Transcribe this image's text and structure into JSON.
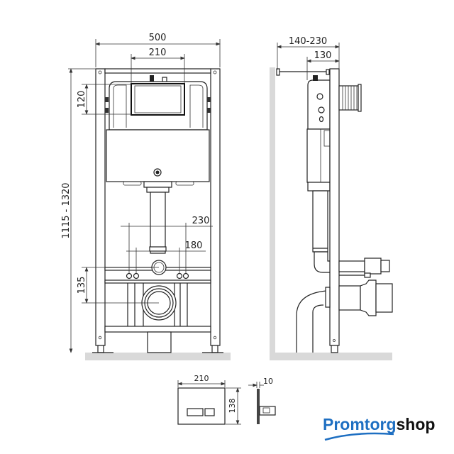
{
  "front_view": {
    "width_label": "500",
    "flush_opening_label": "210",
    "opening_height_label": "120",
    "height_label": "1115 - 1320",
    "bolt_outer_label": "230",
    "bolt_inner_label": "180",
    "outlet_height_label": "135"
  },
  "side_view": {
    "depth_label": "140-230",
    "frame_depth_label": "130"
  },
  "flush_plate": {
    "width_label": "210",
    "height_label": "138",
    "thickness_label": "10"
  },
  "logo": {
    "part1": "Promtorg",
    "part2": "shop",
    "color1": "#1e6fc2",
    "color2": "#111111"
  }
}
